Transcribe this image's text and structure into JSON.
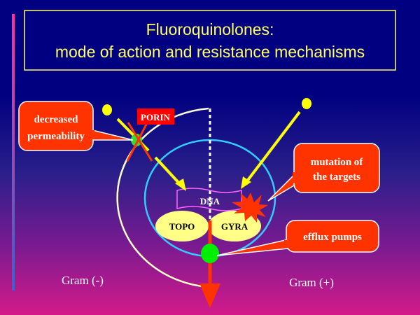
{
  "title": {
    "line1": "Fluoroquinolones:",
    "line2": "mode of action and resistance mechanisms"
  },
  "callouts": {
    "permeability": {
      "line1": "decreased",
      "line2": "permeability"
    },
    "mutation": {
      "line1": "mutation of",
      "line2": "the targets"
    },
    "efflux": {
      "line1": "efflux pumps"
    }
  },
  "labels": {
    "porin": "PORIN",
    "dna": "DNA",
    "topo": "TOPO",
    "gyra": "GYRA",
    "gram_neg": "Gram (-)",
    "gram_pos": "Gram (+)"
  },
  "colors": {
    "callout": "#ff3300",
    "title": "#ffff66",
    "arrow": "#ffff00",
    "efflux_arrow": "#ff3300",
    "pump": "#00ee00"
  }
}
